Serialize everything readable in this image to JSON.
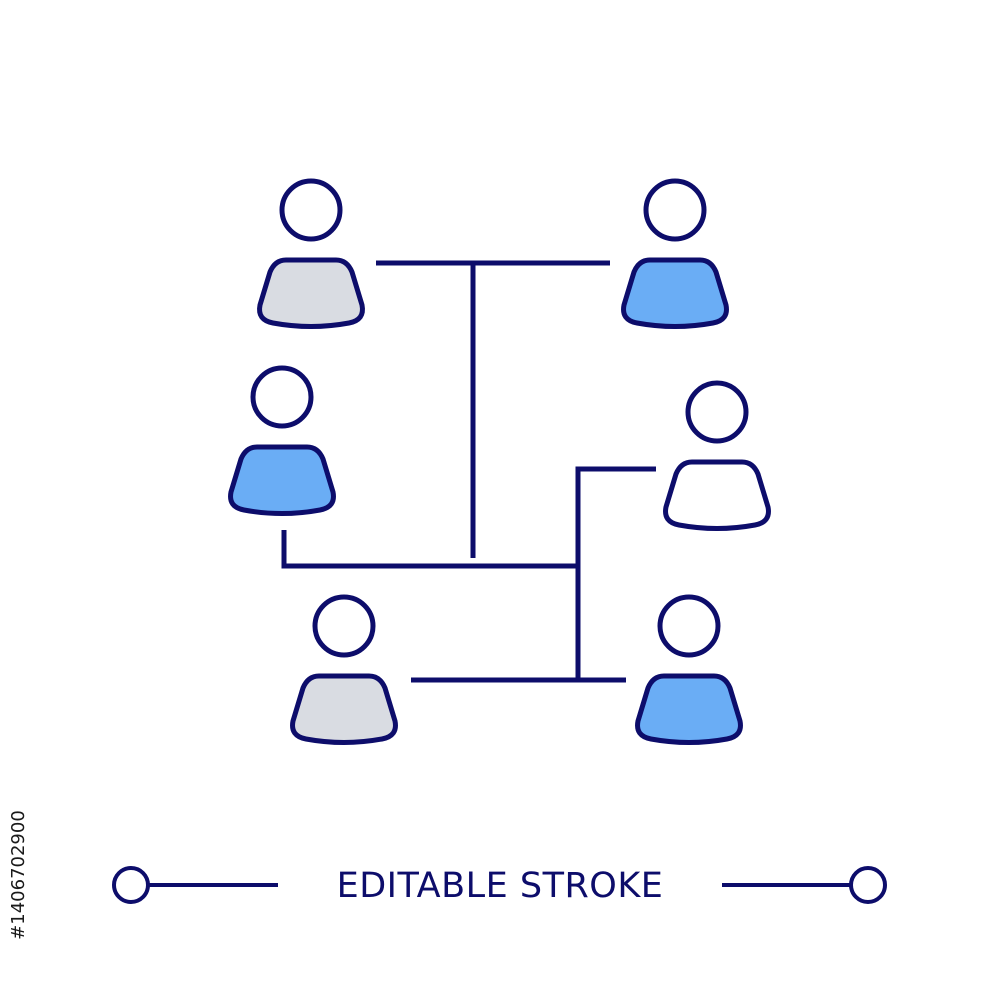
{
  "caption": "EDITABLE STROKE",
  "stock_id": "#1406702900",
  "colors": {
    "stroke": "#0d0d6b",
    "blue_fill": "#6aadf5",
    "gray_fill": "#d9dce2",
    "white_fill": "#ffffff"
  },
  "people": [
    {
      "name": "top-left",
      "fill": "gray"
    },
    {
      "name": "top-right",
      "fill": "blue"
    },
    {
      "name": "middle-left",
      "fill": "blue"
    },
    {
      "name": "middle-right",
      "fill": "white"
    },
    {
      "name": "bottom-left",
      "fill": "gray"
    },
    {
      "name": "bottom-right",
      "fill": "blue"
    }
  ]
}
